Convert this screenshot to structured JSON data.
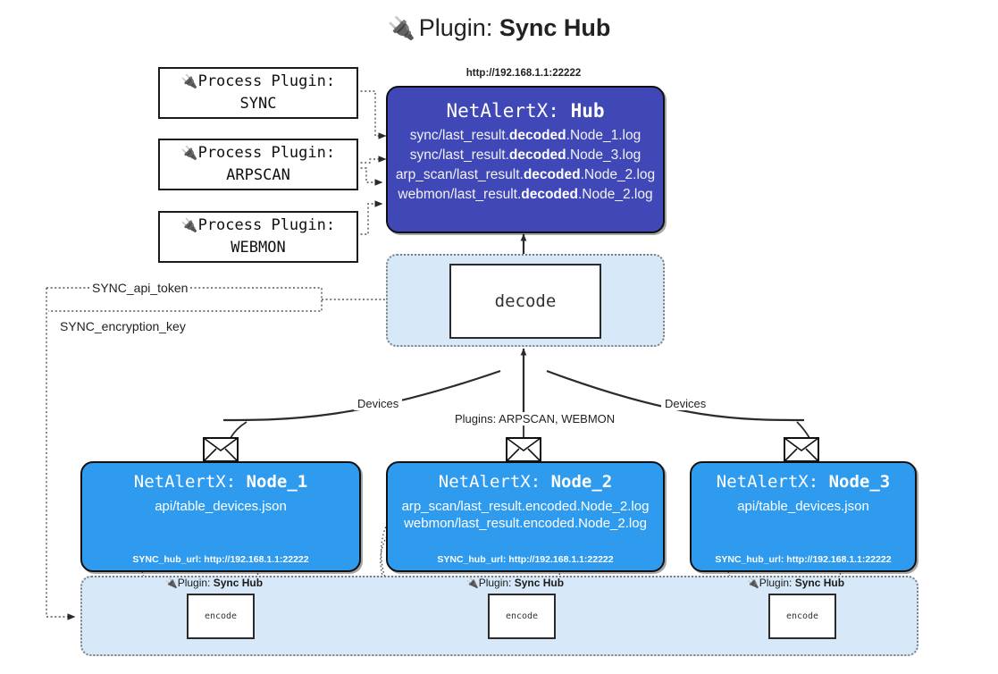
{
  "header": {
    "plug_icon": "🔌",
    "prefix": "Plugin:",
    "title": "Sync Hub"
  },
  "process_plugins": [
    {
      "name": "process-plugin-sync",
      "line1": "Process Plugin:",
      "line2": "SYNC"
    },
    {
      "name": "process-plugin-arpscan",
      "line1": "Process Plugin:",
      "line2": "ARPSCAN"
    },
    {
      "name": "process-plugin-webmon",
      "line1": "Process Plugin:",
      "line2": "WEBMON"
    }
  ],
  "hub": {
    "url": "http://192.168.1.1:22222",
    "title_prefix": "NetAlertX:",
    "title_name": "Hub",
    "lines": [
      {
        "pre": "sync/last_result.",
        "bold": "decoded",
        "post": ".Node_1.log"
      },
      {
        "pre": "sync/last_result.",
        "bold": "decoded",
        "post": ".Node_3.log"
      },
      {
        "pre": "arp_scan/last_result.",
        "bold": "decoded",
        "post": ".Node_2.log"
      },
      {
        "pre": "webmon/last_result.",
        "bold": "decoded",
        "post": ".Node_2.log"
      }
    ],
    "color": "#4048b8"
  },
  "decode": {
    "label": "decode",
    "zone_color": "#d7e9f8"
  },
  "secrets": [
    {
      "name": "sync-api-token",
      "label": "SYNC_api_token"
    },
    {
      "name": "sync-encryption-key",
      "label": "SYNC_encryption_key"
    }
  ],
  "edge_labels": {
    "left_devices": "Devices",
    "center_plugins": "Plugins: ARPSCAN, WEBMON",
    "right_devices": "Devices"
  },
  "nodes": [
    {
      "id": "node-1",
      "title_prefix": "NetAlertX:",
      "title_name": "Node_1",
      "lines": [
        "api/table_devices.json"
      ],
      "foot": "SYNC_hub_url: http://192.168.1.1:22222",
      "color": "#2e9bef"
    },
    {
      "id": "node-2",
      "title_prefix": "NetAlertX:",
      "title_name": "Node_2",
      "lines": [
        "arp_scan/last_result.encoded.Node_2.log",
        "webmon/last_result.encoded.Node_2.log"
      ],
      "foot": "SYNC_hub_url: http://192.168.1.1:22222",
      "color": "#2e9bef"
    },
    {
      "id": "node-3",
      "title_prefix": "NetAlertX:",
      "title_name": "Node_3",
      "lines": [
        "api/table_devices.json"
      ],
      "foot": "SYNC_hub_url: http://192.168.1.1:22222",
      "color": "#2e9bef"
    }
  ],
  "encoders": [
    {
      "id": "encode-1",
      "plugin_prefix": "Plugin:",
      "plugin_name": "Sync Hub",
      "label": "encode"
    },
    {
      "id": "encode-2",
      "plugin_prefix": "Plugin:",
      "plugin_name": "Sync Hub",
      "label": "encode"
    },
    {
      "id": "encode-3",
      "plugin_prefix": "Plugin:",
      "plugin_name": "Sync Hub",
      "label": "encode"
    }
  ],
  "icons": {
    "plug": "🔌",
    "envelope": "envelope-icon"
  }
}
